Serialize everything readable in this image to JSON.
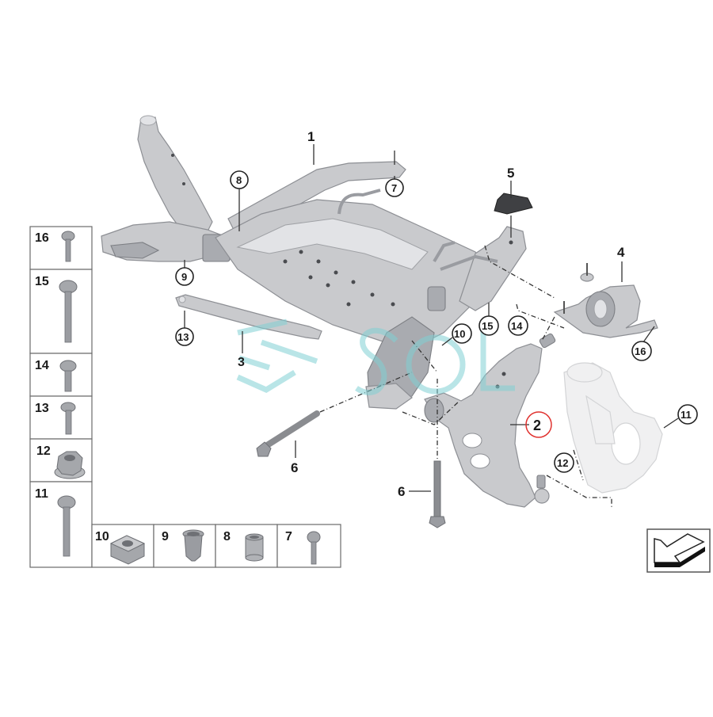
{
  "diagram": {
    "title": "Front axle carrier / wishbone exploded parts diagram",
    "watermark": "SOL",
    "highlighted_part": "2",
    "highlight_color": "#e0322f",
    "watermark_color": "#7fd0d4",
    "callouts": [
      {
        "id": "1",
        "label": "1",
        "part": "front axle carrier (subframe)",
        "style": "plain"
      },
      {
        "id": "2",
        "label": "2",
        "part": "lower wishbone / control arm",
        "style": "highlighted-circle"
      },
      {
        "id": "3",
        "label": "3",
        "part": "tension strut",
        "style": "plain"
      },
      {
        "id": "4",
        "label": "4",
        "part": "rubber mount / bushing bracket",
        "style": "plain"
      },
      {
        "id": "5",
        "label": "5",
        "part": "pad",
        "style": "plain"
      },
      {
        "id": "6a",
        "label": "6",
        "part": "bolt",
        "style": "plain"
      },
      {
        "id": "6b",
        "label": "6",
        "part": "bolt",
        "style": "plain"
      },
      {
        "id": "7",
        "label": "7",
        "part": "bolt",
        "style": "circled"
      },
      {
        "id": "8",
        "label": "8",
        "part": "bushing",
        "style": "circled"
      },
      {
        "id": "9",
        "label": "9",
        "part": "flanged bushing",
        "style": "circled"
      },
      {
        "id": "10",
        "label": "10",
        "part": "square nut",
        "style": "circled"
      },
      {
        "id": "11",
        "label": "11",
        "part": "bolt",
        "style": "circled"
      },
      {
        "id": "12",
        "label": "12",
        "part": "hex nut",
        "style": "circled"
      },
      {
        "id": "13",
        "label": "13",
        "part": "bolt",
        "style": "circled"
      },
      {
        "id": "14",
        "label": "14",
        "part": "bolt",
        "style": "circled"
      },
      {
        "id": "15",
        "label": "15",
        "part": "bolt",
        "style": "circled"
      },
      {
        "id": "16",
        "label": "16",
        "part": "bolt",
        "style": "circled"
      }
    ],
    "hardware_column": [
      {
        "label": "16",
        "icon": "bolt-short-icon"
      },
      {
        "label": "15",
        "icon": "bolt-long-icon"
      },
      {
        "label": "14",
        "icon": "bolt-short-icon"
      },
      {
        "label": "13",
        "icon": "bolt-short-icon"
      },
      {
        "label": "12",
        "icon": "hex-nut-icon"
      },
      {
        "label": "11",
        "icon": "bolt-long-icon"
      }
    ],
    "hardware_row": [
      {
        "label": "10",
        "icon": "square-nut-icon"
      },
      {
        "label": "9",
        "icon": "flanged-bushing-icon"
      },
      {
        "label": "8",
        "icon": "bushing-icon"
      },
      {
        "label": "7",
        "icon": "bolt-icon"
      }
    ],
    "orientation_icon": "direction-arrow-icon"
  }
}
